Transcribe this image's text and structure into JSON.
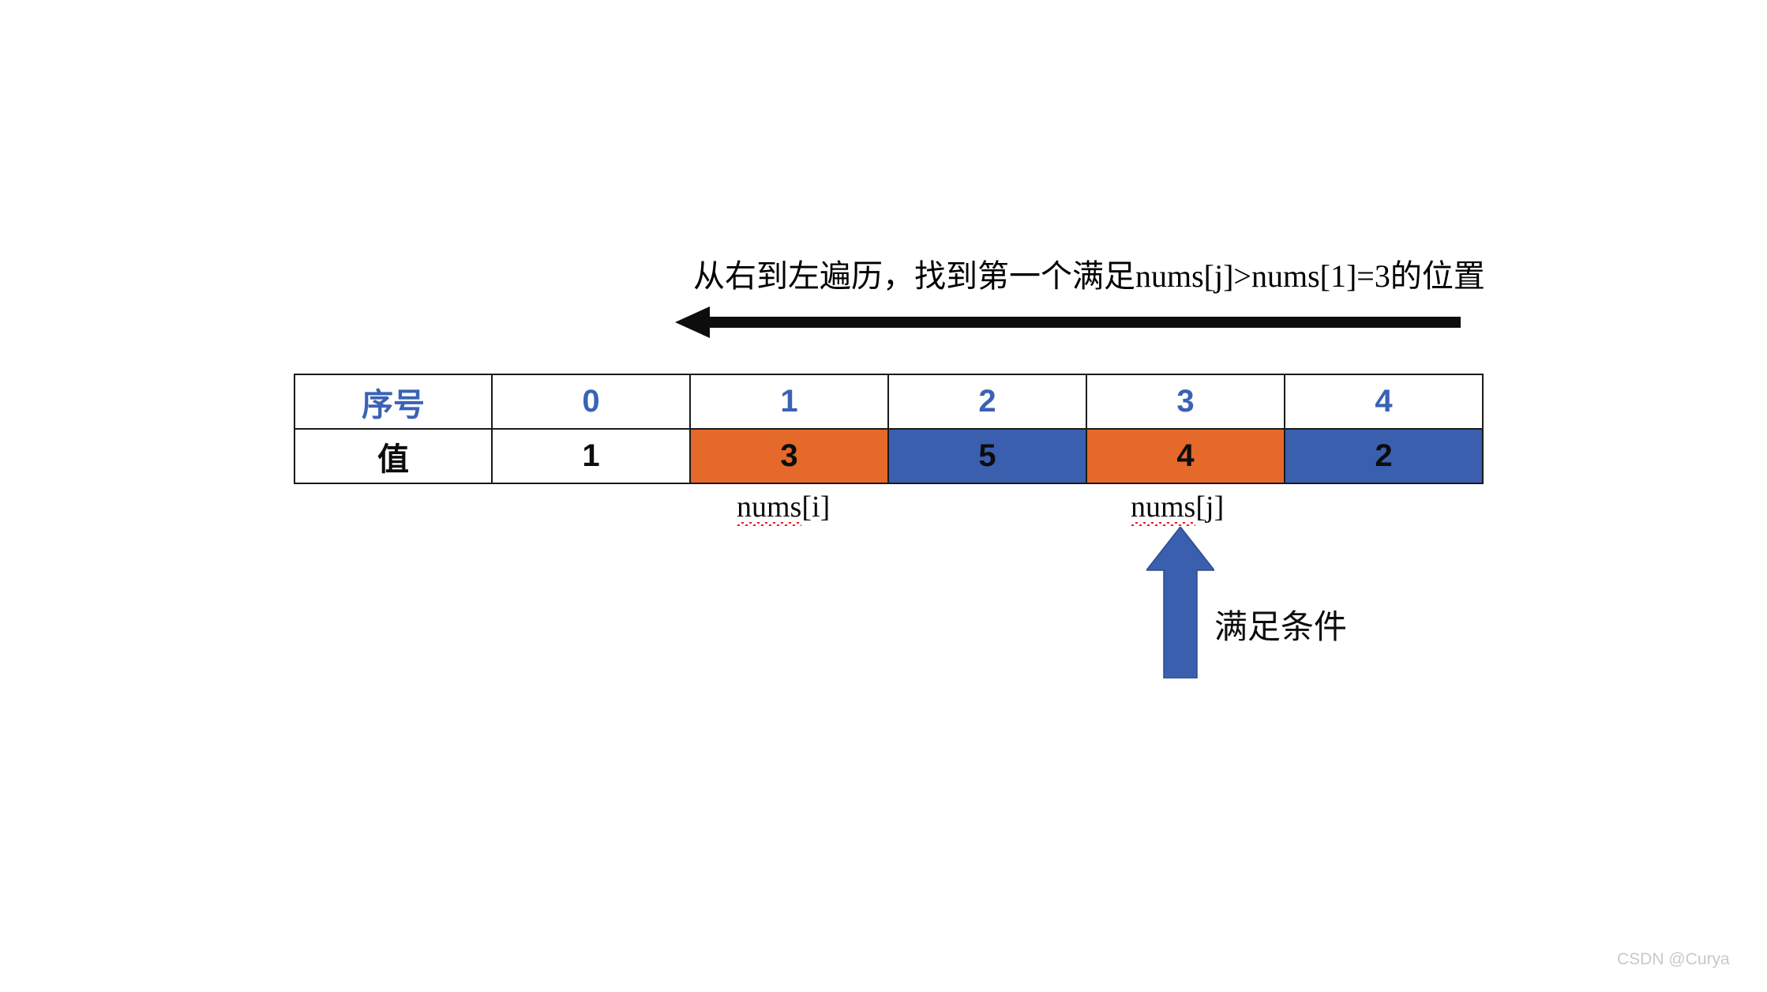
{
  "caption": {
    "text": "从右到左遍历，找到第一个满足nums[j]>nums[1]=3的位置"
  },
  "traversal_arrow": {
    "direction": "left",
    "color": "#0d0d0d"
  },
  "table": {
    "header_label": "序号",
    "value_label": "值",
    "indices": [
      "0",
      "1",
      "2",
      "3",
      "4"
    ],
    "values": [
      "1",
      "3",
      "5",
      "4",
      "2"
    ],
    "highlights": [
      "none",
      "orange",
      "blue",
      "orange",
      "blue"
    ],
    "colors": {
      "orange": "#E4692A",
      "blue": "#3A5FAF",
      "index_text": "#3A62B5",
      "value_text": "#0d0d0d",
      "border": "#1a1a1a"
    }
  },
  "pointers": {
    "i": {
      "prefix": "nums",
      "suffix": "[i]",
      "column_index": 1
    },
    "j": {
      "prefix": "nums",
      "suffix": "[j]",
      "column_index": 3
    }
  },
  "condition_arrow": {
    "direction": "up",
    "color": "#3A5FAF"
  },
  "condition_note": {
    "text": "满足条件"
  },
  "watermark": {
    "text": "CSDN @Curya"
  },
  "chart_data": {
    "type": "table",
    "title": "从右到左遍历，找到第一个满足nums[j]>nums[1]=3的位置",
    "categories": [
      "0",
      "1",
      "2",
      "3",
      "4"
    ],
    "values": [
      1,
      3,
      5,
      4,
      2
    ],
    "row_headers": [
      "序号",
      "值"
    ],
    "cell_fill": [
      "none",
      "orange",
      "blue",
      "orange",
      "blue"
    ],
    "annotations": [
      {
        "label": "nums[i]",
        "at_index": 1
      },
      {
        "label": "nums[j]",
        "at_index": 3
      },
      {
        "label": "满足条件",
        "at_index": 3
      }
    ]
  }
}
